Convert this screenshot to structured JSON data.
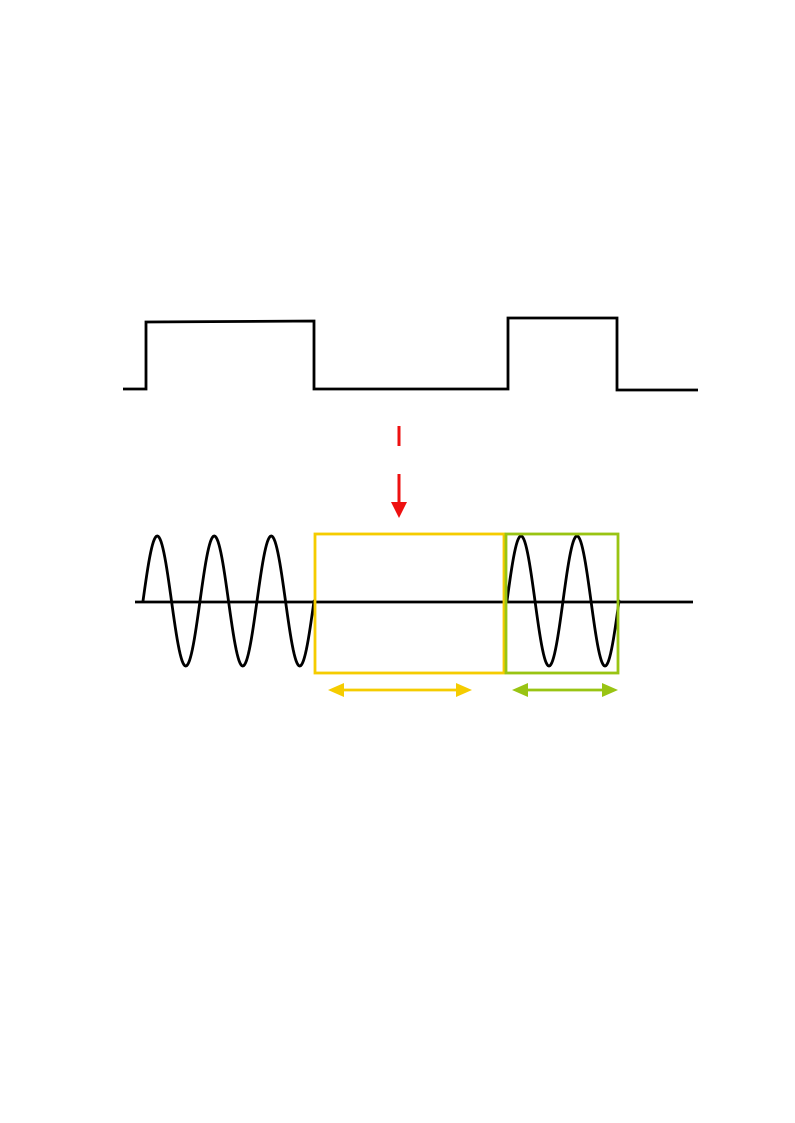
{
  "diagram": {
    "type": "digital-signal-to-ask-modulation",
    "digital_signal": {
      "bits": [
        0,
        1,
        0,
        1,
        0
      ]
    },
    "modulated_signal": {
      "bursts": [
        {
          "cycles": 3,
          "state": "carrier-on"
        },
        {
          "cycles": 0,
          "state": "carrier-off"
        },
        {
          "cycles": 2,
          "state": "carrier-on"
        }
      ]
    },
    "colors": {
      "line": "#000000",
      "arrow": "#ee1111",
      "zero_bit_box": "#f5cc00",
      "one_bit_box": "#99c413"
    }
  }
}
